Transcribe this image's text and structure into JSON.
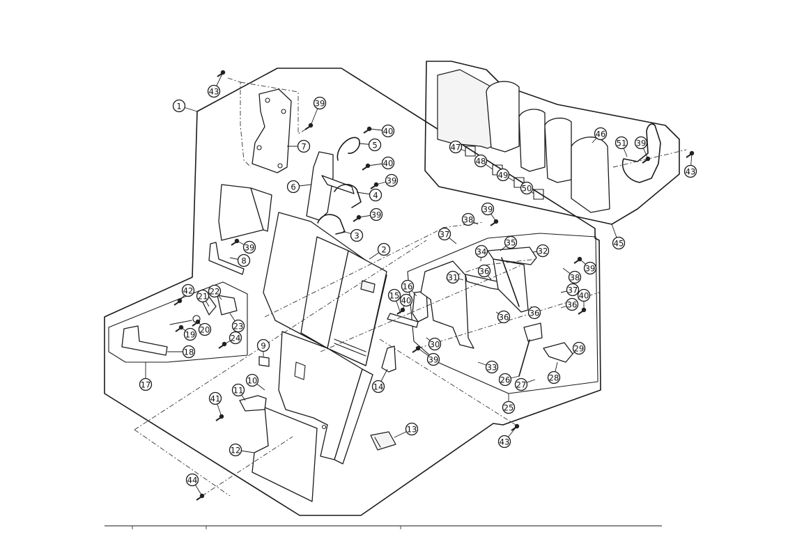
{
  "diagram": {
    "kind": "exploded parts view",
    "callouts": [
      "1",
      "2",
      "3",
      "4",
      "5",
      "6",
      "7",
      "8",
      "9",
      "10",
      "11",
      "12",
      "13",
      "14",
      "15",
      "16",
      "17",
      "18",
      "19",
      "20",
      "21",
      "22",
      "23",
      "24",
      "25",
      "26",
      "27",
      "28",
      "29",
      "30",
      "31",
      "32",
      "33",
      "34",
      "35",
      "36",
      "37",
      "38",
      "39",
      "40",
      "41",
      "42",
      "43",
      "44",
      "45",
      "46",
      "47",
      "48",
      "49",
      "50",
      "51"
    ]
  },
  "colors": {
    "line": "#1a1a1a",
    "background": "#ffffff"
  }
}
